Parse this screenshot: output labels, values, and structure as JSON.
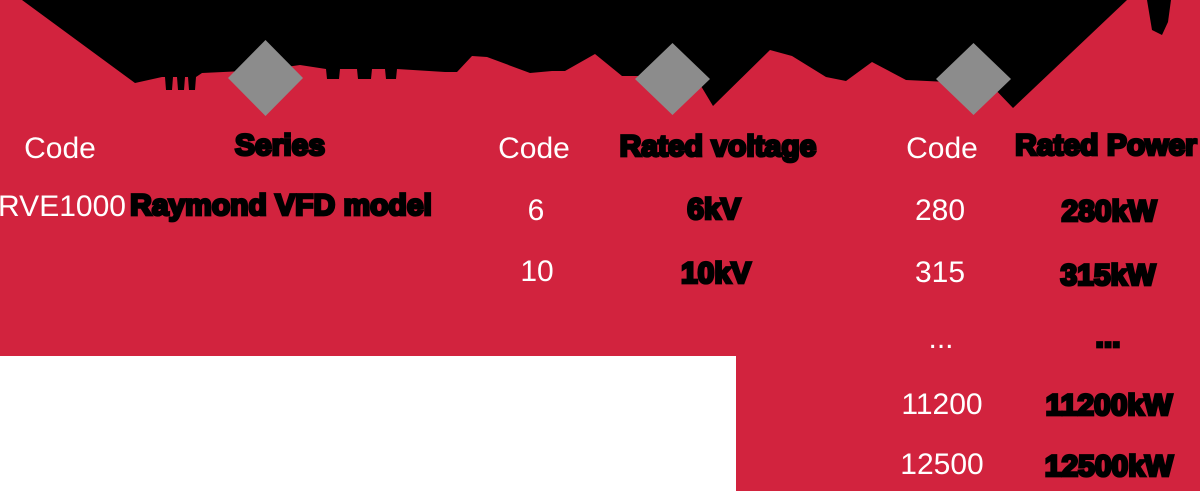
{
  "colors": {
    "accent": "#D2233E",
    "diamond": "#8C8C8C",
    "code_text": "#FFFFFF",
    "value_text": "#000000"
  },
  "icons": {
    "segment_marker": "diamond"
  },
  "columns": [
    {
      "code_header": "Code",
      "value_header": "Series",
      "rows": [
        {
          "code": "RVE1000",
          "value": "Raymond VFD model"
        }
      ]
    },
    {
      "code_header": "Code",
      "value_header": "Rated voltage",
      "rows": [
        {
          "code": "6",
          "value": "6kV"
        },
        {
          "code": "10",
          "value": "10kV"
        }
      ]
    },
    {
      "code_header": "Code",
      "value_header": "Rated Power",
      "rows": [
        {
          "code": "280",
          "value": "280kW"
        },
        {
          "code": "315",
          "value": "315kW"
        },
        {
          "code": "...",
          "value": "..."
        },
        {
          "code": "11200",
          "value": "11200kW"
        },
        {
          "code": "12500",
          "value": "12500kW"
        }
      ]
    }
  ]
}
